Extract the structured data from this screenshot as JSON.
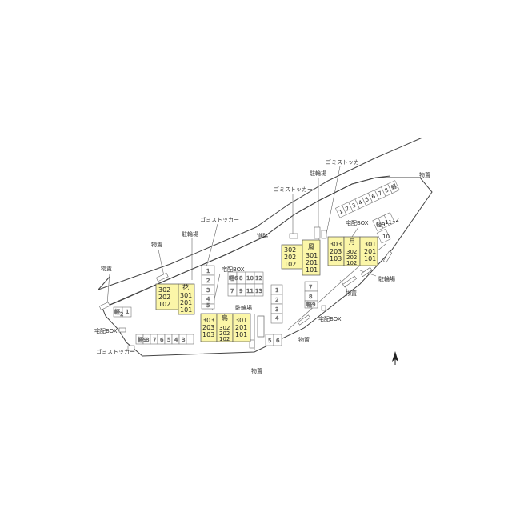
{
  "colors": {
    "line": "#444444",
    "building": "#fbf6a8",
    "building_stroke": "#555555"
  },
  "labels": {
    "gomi_top": "ゴミストッカー",
    "churin_top": "駐輪場",
    "gomi_mid": "ゴミストッカー",
    "takuhai_right": "宅配BOX",
    "butsuoki_top_right": "物置",
    "road": "道路",
    "gomi_left": "ゴミストッカー",
    "churin_left": "駐輪場",
    "butsuoki_left_top": "物置",
    "butsuoki_far_left": "物置",
    "takuhai_center": "宅配BOX",
    "churin_center": "駐輪場",
    "churin_right": "駐輪場",
    "butsuoki_right": "物置",
    "takuhai_lower": "宅配BOX",
    "butsuoki_lower": "物置",
    "takuhai_left": "宅配BOX",
    "gomi_bottom": "ゴミストッカー",
    "butsuoki_bottom": "物置"
  },
  "buildings": {
    "hana": {
      "name": "花",
      "left": [
        "302",
        "202",
        "102"
      ],
      "right": [
        "301",
        "201",
        "101"
      ]
    },
    "tori": {
      "name": "鳥",
      "left": [
        "303",
        "203",
        "103"
      ],
      "mid": [
        "302",
        "202",
        "102"
      ],
      "right": [
        "301",
        "201",
        "101"
      ]
    },
    "kaze": {
      "name": "風",
      "left": [
        "302",
        "202",
        "102"
      ],
      "right": [
        "301",
        "201",
        "101"
      ]
    },
    "tsuki": {
      "name": "月",
      "left": [
        "303",
        "203",
        "103"
      ],
      "mid": [
        "302",
        "202",
        "102"
      ],
      "right": [
        "301",
        "201",
        "101"
      ]
    }
  },
  "parking": {
    "bottom_row": [
      "軽9",
      "8",
      "7",
      "6",
      "5",
      "4",
      "3"
    ],
    "left_corner": [
      "軽",
      "2",
      "1"
    ],
    "left_col": [
      "1",
      "2",
      "3",
      "4",
      "5"
    ],
    "grid_top": [
      "軽6",
      "8",
      "10",
      "12"
    ],
    "grid_bottom": [
      "7",
      "9",
      "11",
      "13"
    ],
    "center_col": [
      "1",
      "2",
      "3",
      "4"
    ],
    "small_col": [
      "7",
      "8",
      "軽9"
    ],
    "pair": [
      "5",
      "6"
    ],
    "top_right_row": [
      "1",
      "2",
      "3",
      "4",
      "5",
      "6",
      "7",
      "8"
    ],
    "top_right_kei": "軽",
    "right_col_top": [
      "軽9",
      "11",
      "12"
    ],
    "right_col_bottom": "10"
  }
}
